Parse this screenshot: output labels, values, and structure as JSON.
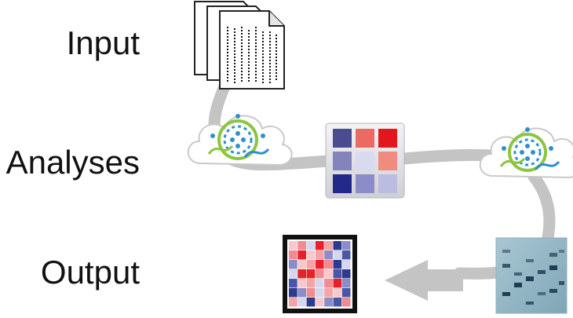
{
  "stages": {
    "input": "Input",
    "analyses": "Analyses",
    "output": "Output"
  },
  "icons": {
    "documents": "document-stack-icon",
    "cloud_left": "cloud-dna-network-icon",
    "grid": "color-grid-icon",
    "cloud_right": "cloud-dna-network-icon",
    "heatmap": "heatmap-icon",
    "gel": "gel-blot-icon",
    "arrow": "flow-arrow-icon"
  },
  "colors": {
    "flow_path": "#c4c4c4",
    "cloud_green": "#8cc63f",
    "cloud_blue": "#2f8fcf",
    "heat_red": "#e8202a",
    "heat_blue": "#2e3a8c"
  }
}
